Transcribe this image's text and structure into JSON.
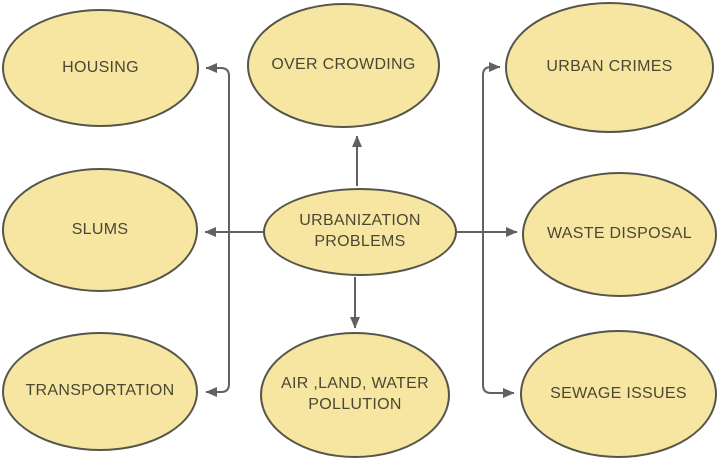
{
  "diagram": {
    "colors": {
      "background": "#ffffff",
      "node_fill": "#f7e6a2",
      "node_border": "#55554a",
      "arrow": "#616161",
      "text": "#4a4733"
    },
    "center": {
      "id": "urbanization-problems",
      "label": "URBANIZATION\nPROBLEMS"
    },
    "nodes": [
      {
        "id": "housing",
        "label": "HOUSING"
      },
      {
        "id": "over-crowding",
        "label": "OVER CROWDING"
      },
      {
        "id": "urban-crimes",
        "label": "URBAN CRIMES"
      },
      {
        "id": "slums",
        "label": "SLUMS"
      },
      {
        "id": "waste-disposal",
        "label": "WASTE DISPOSAL"
      },
      {
        "id": "transportation",
        "label": "TRANSPORTATION"
      },
      {
        "id": "air-land-water-pollution",
        "label": "AIR ,LAND, WATER\nPOLLUTION"
      },
      {
        "id": "sewage-issues",
        "label": "SEWAGE ISSUES"
      }
    ],
    "edges": [
      {
        "from": "urbanization-problems",
        "to": "housing"
      },
      {
        "from": "urbanization-problems",
        "to": "over-crowding"
      },
      {
        "from": "urbanization-problems",
        "to": "urban-crimes"
      },
      {
        "from": "urbanization-problems",
        "to": "slums"
      },
      {
        "from": "urbanization-problems",
        "to": "waste-disposal"
      },
      {
        "from": "urbanization-problems",
        "to": "transportation"
      },
      {
        "from": "urbanization-problems",
        "to": "air-land-water-pollution"
      },
      {
        "from": "urbanization-problems",
        "to": "sewage-issues"
      }
    ]
  }
}
